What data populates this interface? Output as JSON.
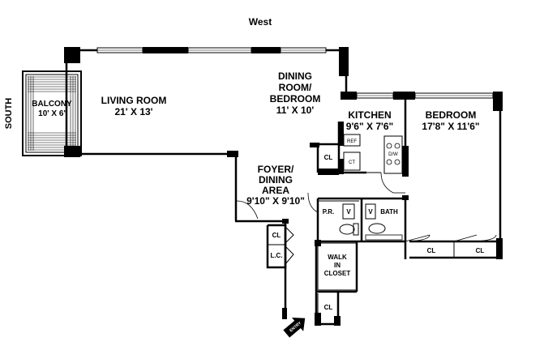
{
  "compass": {
    "top": "West",
    "left": "SOUTH"
  },
  "rooms": {
    "balcony": {
      "name": "BALCONY",
      "dims": "10' X 6'"
    },
    "living": {
      "name": "LIVING ROOM",
      "dims": "21' X 13'"
    },
    "dining": {
      "line1": "DINING",
      "line2": "ROOM/",
      "line3": "BEDROOM",
      "dims": "11' X 10'"
    },
    "kitchen": {
      "name": "KITCHEN",
      "dims": "9'6\" X 7'6\""
    },
    "bedroom": {
      "name": "BEDROOM",
      "dims": "17'8\" X 11'6\""
    },
    "foyer": {
      "line1": "FOYER/",
      "line2": "DINING",
      "line3": "AREA",
      "dims": "9'10\" X 9'10\""
    },
    "powder": {
      "name": "P.R.",
      "fixture": "V"
    },
    "bath": {
      "fixture": "V",
      "name": "BATH"
    },
    "walkin": {
      "line1": "WALK",
      "line2": "IN",
      "line3": "CLOSET"
    }
  },
  "fixtures": {
    "ref": "REF",
    "dw": "D/W",
    "ct": "CT"
  },
  "closets": {
    "kitchen": "CL",
    "foyer1": "CL",
    "linen": "L.C.",
    "entry": "CL",
    "bed1": "CL",
    "bed2": "CL"
  },
  "entry": "ENTRY"
}
